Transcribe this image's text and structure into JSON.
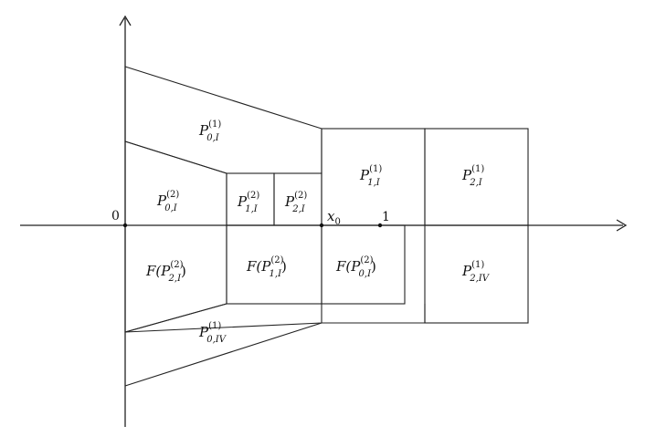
{
  "origin_label": "0",
  "x0_label": {
    "base": "x",
    "sub": "0"
  },
  "one_label": "1",
  "regions": {
    "p0I_1": {
      "base": "P",
      "sup": "(1)",
      "sub": "0,I"
    },
    "p0I_2": {
      "base": "P",
      "sup": "(2)",
      "sub": "0,I"
    },
    "p1I_2": {
      "base": "P",
      "sup": "(2)",
      "sub": "1,I"
    },
    "p2I_2": {
      "base": "P",
      "sup": "(2)",
      "sub": "2,I"
    },
    "p1I_1": {
      "base": "P",
      "sup": "(1)",
      "sub": "1,I"
    },
    "p2I_1": {
      "base": "P",
      "sup": "(1)",
      "sub": "2,I"
    },
    "fp2I": {
      "prefix": "F(",
      "base": "P",
      "sup": "(2)",
      "sub": "2,I",
      "suffix": ")"
    },
    "fp1I": {
      "prefix": "F(",
      "base": "P",
      "sup": "(2)",
      "sub": "1,I",
      "suffix": ")"
    },
    "fp0I": {
      "prefix": "F(",
      "base": "P",
      "sup": "(2)",
      "sub": "0,I",
      "suffix": ")"
    },
    "p2IV_1": {
      "base": "P",
      "sup": "(1)",
      "sub": "2,IV"
    },
    "p0IV_1": {
      "base": "P",
      "sup": "(1)",
      "sub": "0,IV"
    }
  },
  "colors": {
    "light_gray": "#f0efee",
    "mid_gray": "#e5e0df",
    "dark_gray": "#cac3c0",
    "white": "#ffffff",
    "stroke": "#222222"
  }
}
